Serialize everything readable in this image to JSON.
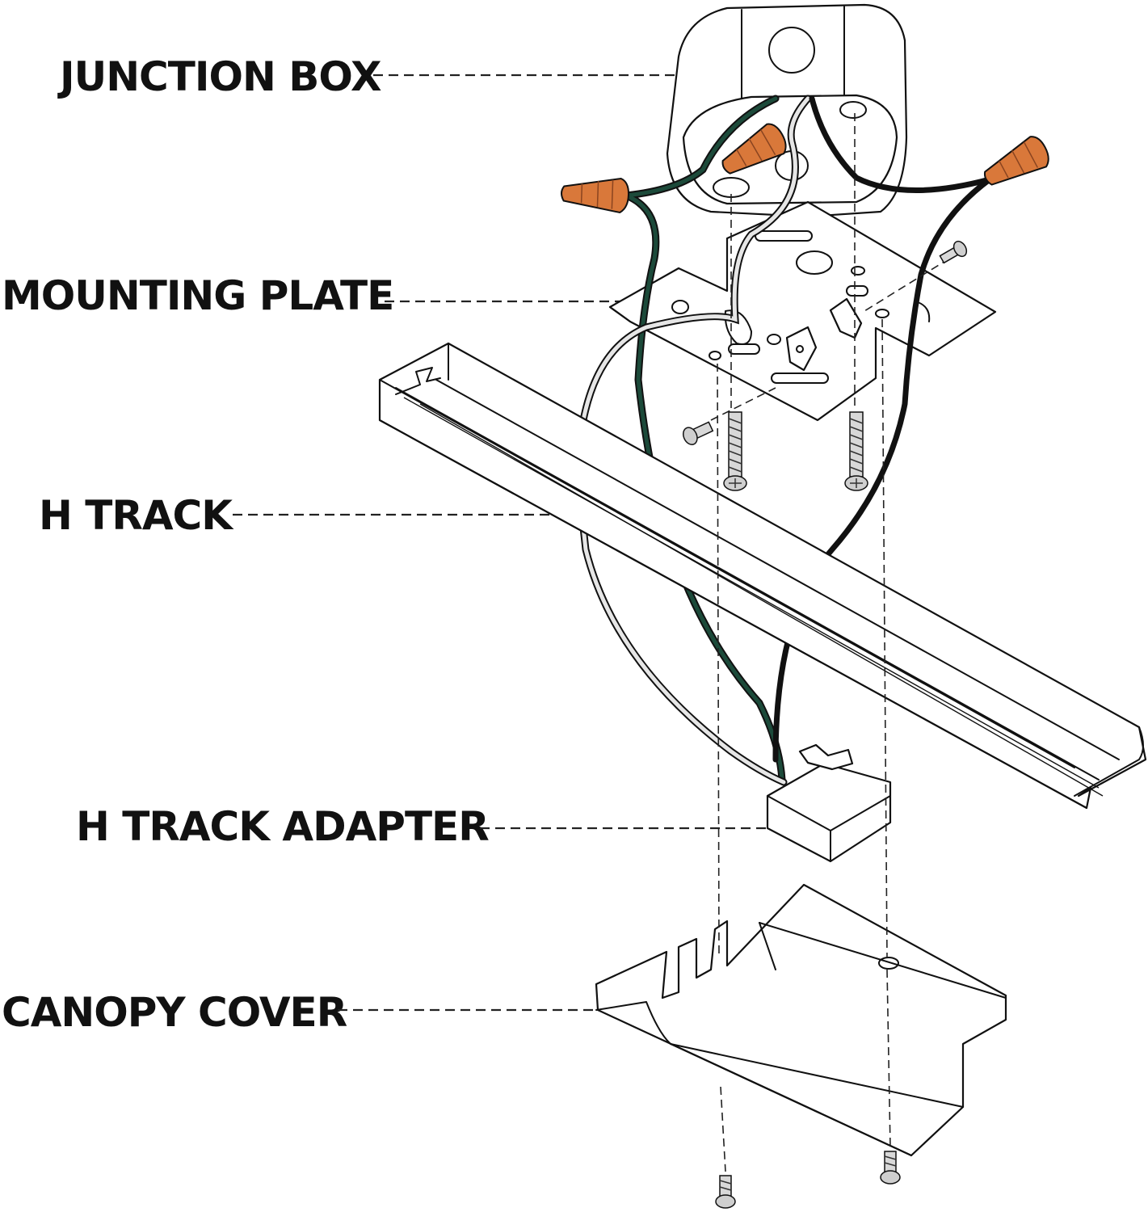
{
  "labels": {
    "junction_box": "JUNCTION BOX",
    "mounting_plate": "MOUNTING PLATE",
    "h_track": "H TRACK",
    "h_track_adapter": "H TRACK ADAPTER",
    "canopy_cover": "CANOPY COVER"
  },
  "colors": {
    "ground_wire": "#1c4a3a",
    "neutral_wire": "#d9d9d9",
    "hot_wire": "#1e1e1e",
    "wire_nut": "#d9783a",
    "outline": "#111111"
  }
}
